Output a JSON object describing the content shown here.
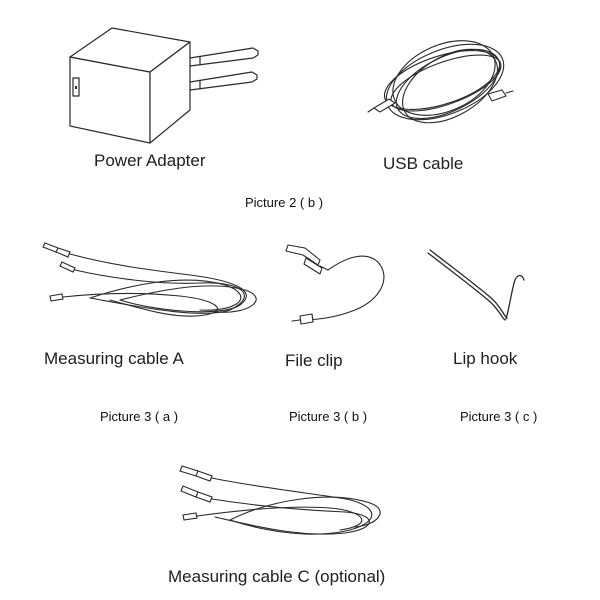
{
  "items": {
    "power_adapter": "Power Adapter",
    "usb_cable": "USB cable",
    "measuring_cable_a": "Measuring cable A",
    "file_clip": "File clip",
    "lip_hook": "Lip hook",
    "measuring_cable_c": "Measuring cable C (optional)"
  },
  "captions": {
    "picture_2b": "Picture 2 ( b )",
    "picture_3a": "Picture 3 ( a )",
    "picture_3b": "Picture 3 ( b )",
    "picture_3c": "Picture 3 ( c )"
  },
  "colors": {
    "line_art": "#2a2a2a",
    "text": "#1a1a1a",
    "background": "#ffffff"
  }
}
